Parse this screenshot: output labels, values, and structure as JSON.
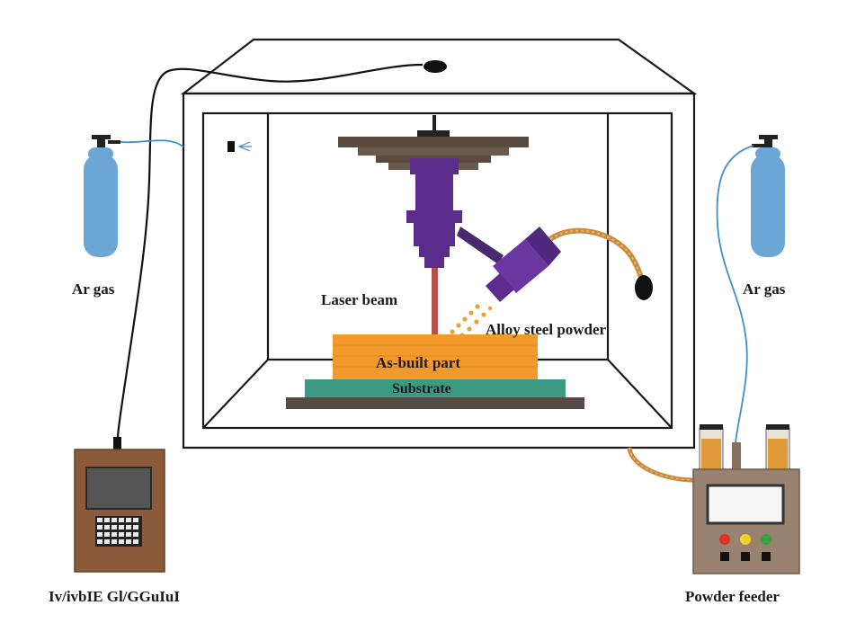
{
  "labels": {
    "ar_gas_left": "Ar gas",
    "ar_gas_right": "Ar gas",
    "laser_beam": "Laser beam",
    "alloy_steel_powder": "Alloy steel powder",
    "as_built_part": "As-built part",
    "substrate": "Substrate",
    "controller": "Iv/ivbIE Gl/GGuIuI",
    "powder_feeder": "Powder feeder"
  },
  "colors": {
    "chamber_outline": "#1a1a1a",
    "gas_cylinder": "#6aa6d6",
    "gas_line": "#3f8fc8",
    "nozzle": "#5b2c8c",
    "laser": "#b5504a",
    "powder": "#e8a23c",
    "part": "#f39a2c",
    "substrate": "#3a9a84",
    "base_plate": "#554a44",
    "gantry": "#5a4a40",
    "controller_body": "#8a5a3a",
    "feeder_body": "#9a8270",
    "hose": "#c98a3e",
    "button_red": "#d8342a",
    "button_yellow": "#f0d020",
    "button_green": "#3aa040"
  }
}
